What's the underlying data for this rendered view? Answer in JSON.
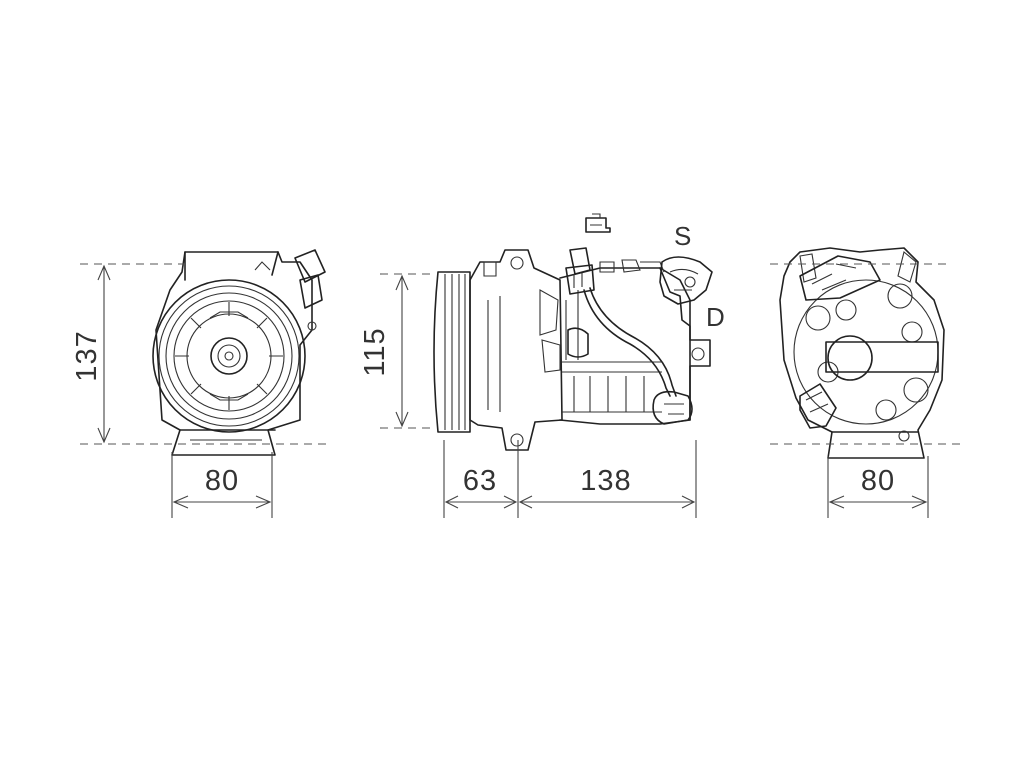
{
  "dimensions": {
    "front_height": "137",
    "front_width": "80",
    "side_height": "115",
    "side_pulley_length": "63",
    "side_body_length": "138",
    "rear_width": "80"
  },
  "port_labels": {
    "suction": "S",
    "discharge": "D"
  },
  "icons": [
    "electrical-connector-icon"
  ],
  "colors": {
    "line": "#222222",
    "background": "#ffffff"
  }
}
